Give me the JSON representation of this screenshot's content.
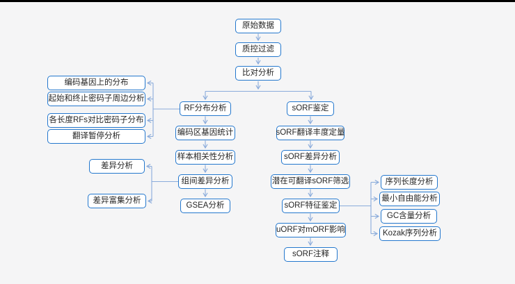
{
  "diagram": {
    "type": "flowchart",
    "colors": {
      "page_background": "#f5f5f6",
      "top_bar": "#000000",
      "node_border": "#2377cd",
      "node_background": "#ffffff",
      "connector": "#8aabdb",
      "text": "#262626"
    },
    "nodes": {
      "raw_data": "原始数据",
      "qc_filter": "质控过滤",
      "alignment": "比对分析",
      "rf_distribution": "RF分布分析",
      "coding_region_gene_stats": "编码区基因统计",
      "sample_correlation": "样本相关性分析",
      "group_difference": "组间差异分析",
      "gsea": "GSEA分析",
      "coding_gene_distribution": "编码基因上的分布",
      "start_stop_codon_vicinity": "起始和终止密码子周边分析",
      "rf_length_codon_distribution": "各长度RFs对比密码子分布",
      "translation_pause": "翻译暂停分析",
      "difference_analysis": "差异分析",
      "difference_enrichment": "差异富集分析",
      "sorf_identification": "sORF鉴定",
      "sorf_translation_abundance": "sORF翻译丰度定量",
      "sorf_difference": "sORF差异分析",
      "potential_translatable_sorf": "潜在可翻译sORF筛选",
      "sorf_feature_identification": "sORF特征鉴定",
      "uorf_morf_effect": "uORF对mORF影响",
      "sorf_annotation": "sORF注释",
      "sequence_length": "序列长度分析",
      "min_free_energy": "最小自由能分析",
      "gc_content": "GC含量分析",
      "kozak_sequence": "Kozak序列分析"
    },
    "edges": [
      {
        "from": "raw_data",
        "to": "qc_filter"
      },
      {
        "from": "qc_filter",
        "to": "alignment"
      },
      {
        "from": "alignment",
        "to": "rf_distribution"
      },
      {
        "from": "alignment",
        "to": "sorf_identification"
      },
      {
        "from": "rf_distribution",
        "to": "coding_region_gene_stats"
      },
      {
        "from": "coding_region_gene_stats",
        "to": "sample_correlation"
      },
      {
        "from": "sample_correlation",
        "to": "group_difference"
      },
      {
        "from": "group_difference",
        "to": "gsea"
      },
      {
        "from": "rf_distribution",
        "to": "coding_gene_distribution"
      },
      {
        "from": "rf_distribution",
        "to": "start_stop_codon_vicinity"
      },
      {
        "from": "rf_distribution",
        "to": "rf_length_codon_distribution"
      },
      {
        "from": "rf_distribution",
        "to": "translation_pause"
      },
      {
        "from": "group_difference",
        "to": "difference_analysis"
      },
      {
        "from": "group_difference",
        "to": "difference_enrichment"
      },
      {
        "from": "sorf_identification",
        "to": "sorf_translation_abundance"
      },
      {
        "from": "sorf_translation_abundance",
        "to": "sorf_difference"
      },
      {
        "from": "sorf_difference",
        "to": "potential_translatable_sorf"
      },
      {
        "from": "potential_translatable_sorf",
        "to": "sorf_feature_identification"
      },
      {
        "from": "sorf_feature_identification",
        "to": "uorf_morf_effect"
      },
      {
        "from": "uorf_morf_effect",
        "to": "sorf_annotation"
      },
      {
        "from": "sorf_feature_identification",
        "to": "sequence_length"
      },
      {
        "from": "sorf_feature_identification",
        "to": "min_free_energy"
      },
      {
        "from": "sorf_feature_identification",
        "to": "gc_content"
      },
      {
        "from": "sorf_feature_identification",
        "to": "kozak_sequence"
      }
    ]
  }
}
